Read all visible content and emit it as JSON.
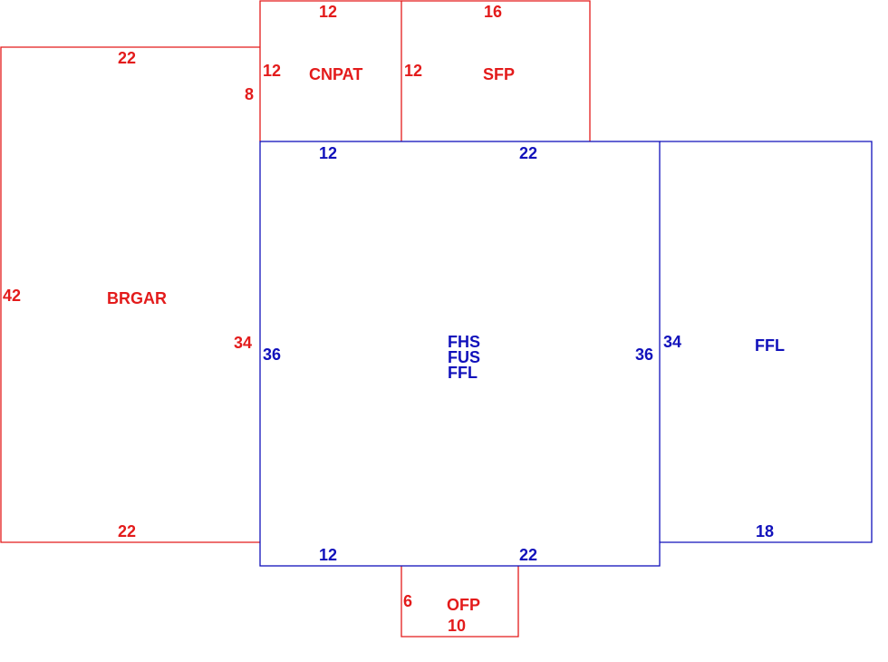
{
  "colors": {
    "red": "#e31b1b",
    "blue": "#1111bb"
  },
  "areas": {
    "brgar": {
      "name": "BRGAR",
      "top": "22",
      "bottom": "22",
      "left": "42",
      "right_upper": "8",
      "right_lower": "34"
    },
    "cnpat": {
      "name": "CNPAT",
      "top": "12",
      "left": "12"
    },
    "sfp": {
      "name": "SFP",
      "top": "16",
      "left": "12"
    },
    "main": {
      "names": [
        "FHS",
        "FUS",
        "FFL"
      ],
      "top_left": "12",
      "top_right": "22",
      "left": "36",
      "right": "36",
      "bottom_left": "12",
      "bottom_right": "22"
    },
    "ffl": {
      "name": "FFL",
      "left": "34",
      "bottom": "18"
    },
    "ofp": {
      "name": "OFP",
      "left": "6",
      "bottom": "10"
    }
  }
}
